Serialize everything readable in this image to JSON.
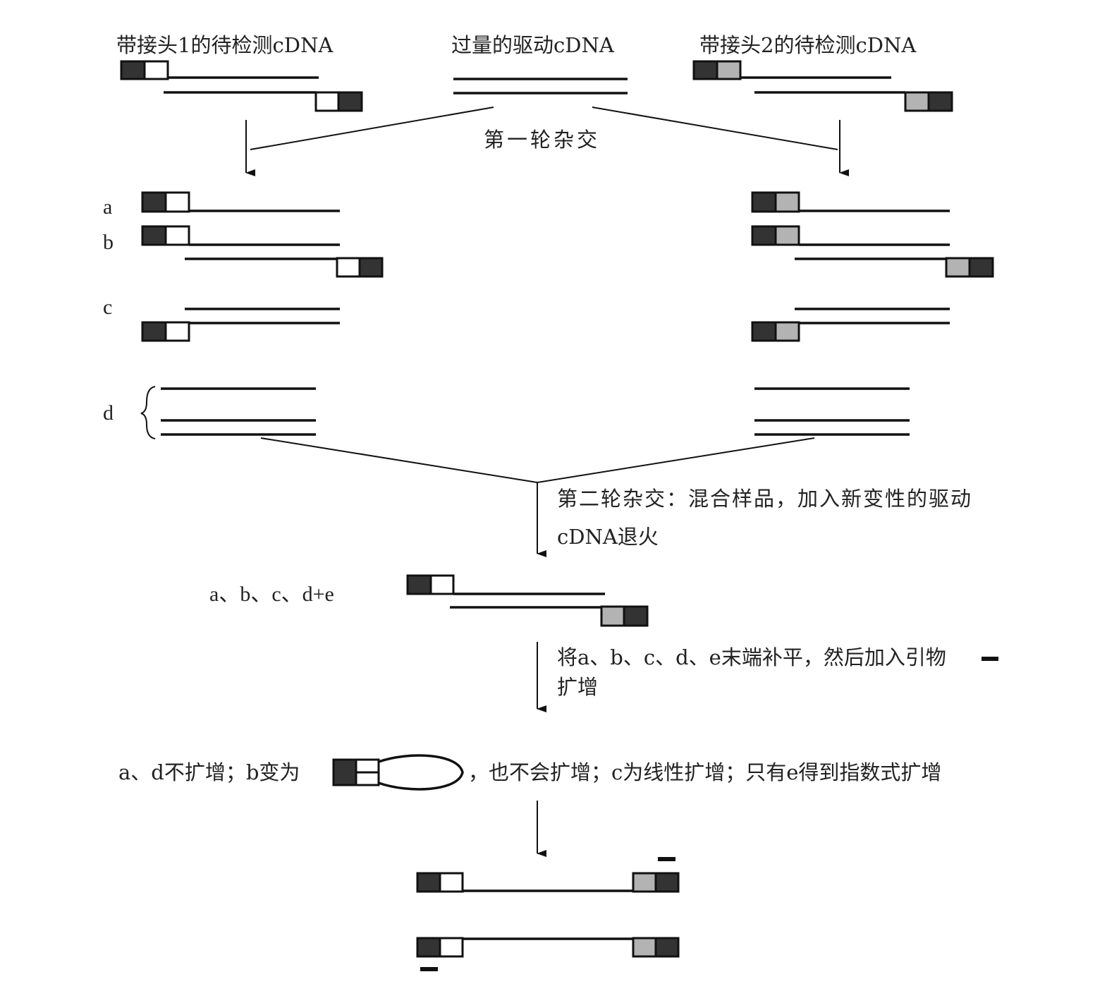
{
  "titles": {
    "tester1": "带接头1的待检测cDNA",
    "driver": "过量的驱动cDNA",
    "tester2": "带接头2的待检测cDNA"
  },
  "steps": {
    "first_hybridization": "第一轮杂交",
    "second_hybridization_line1": "第二轮杂交：混合样品，加入新变性的驱动",
    "second_hybridization_line2": "cDNA退火",
    "fill_in_line1": "将a、b、c、d、e末端补平，然后加入引物",
    "fill_in_line2": "扩增"
  },
  "labels": {
    "a": "a",
    "b": "b",
    "c": "c",
    "d": "d",
    "mix": "a、b、c、d+e"
  },
  "result": {
    "part1": "a、d不扩增；b变为",
    "part2": "，也不会扩增；c为线性扩增；只有e得到指数式扩增"
  },
  "colors": {
    "adapter_dark": "#333333",
    "adapter1": "#ffffff",
    "adapter2": "#b3b3b3"
  }
}
